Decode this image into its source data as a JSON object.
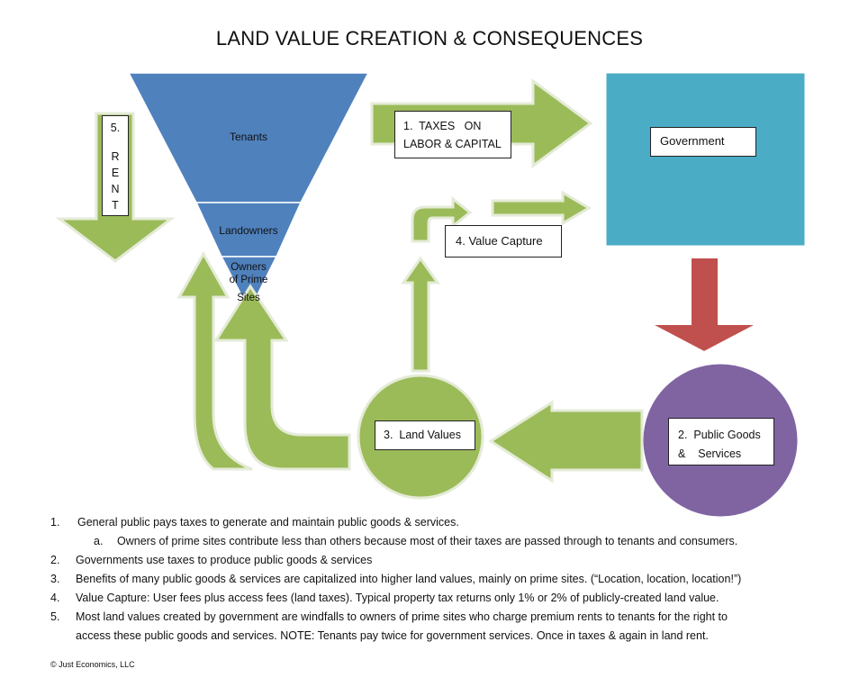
{
  "title": "LAND VALUE CREATION & CONSEQUENCES",
  "funnel": {
    "tenants": "Tenants",
    "landowners": "Landowners",
    "owners_line1": "Owners",
    "owners_line2": "of Prime",
    "owners_line3": "Sites"
  },
  "rent_box": {
    "number": "5.",
    "letters": [
      "R",
      "E",
      "N",
      "T"
    ]
  },
  "taxes_box": {
    "line1": "1.  TAXES   ON",
    "line2": "LABOR & CAPITAL"
  },
  "government": "Government",
  "value_capture": "4. Value Capture",
  "public_goods": {
    "line1": "2.  Public Goods",
    "line2": "&    Services"
  },
  "land_values": "3.  Land Values",
  "notes": [
    {
      "num": "1.",
      "text": "General public pays taxes to generate and maintain public goods & services."
    },
    {
      "num": "a.",
      "text": "Owners of prime sites contribute less than others because most of their taxes are passed through to tenants and consumers.",
      "sub": true
    },
    {
      "num": "2.",
      "text": "Governments use taxes  to produce public goods & services"
    },
    {
      "num": "3.",
      "text": "Benefits of many public goods & services are capitalized into higher land values, mainly on prime sites.  (“Location, location, location!”)"
    },
    {
      "num": "4.",
      "text": "Value Capture:  User fees plus access fees (land taxes).  Typical property tax returns only 1% or 2% of publicly-created land value."
    },
    {
      "num": "5.",
      "text": "Most land values created by government are windfalls to owners of prime sites who charge premium rents to tenants for the right to"
    },
    {
      "num": "",
      "text": "access these public goods and services.  NOTE:  Tenants pay twice for government services.  Once in taxes & again in land rent.",
      "cont": true
    }
  ],
  "copyright": "© Just Economics, LLC",
  "colors": {
    "green": "#9BBB59",
    "blue": "#4F81BD",
    "teal": "#4BACC6",
    "red": "#C0504D",
    "purple": "#8064A2"
  }
}
